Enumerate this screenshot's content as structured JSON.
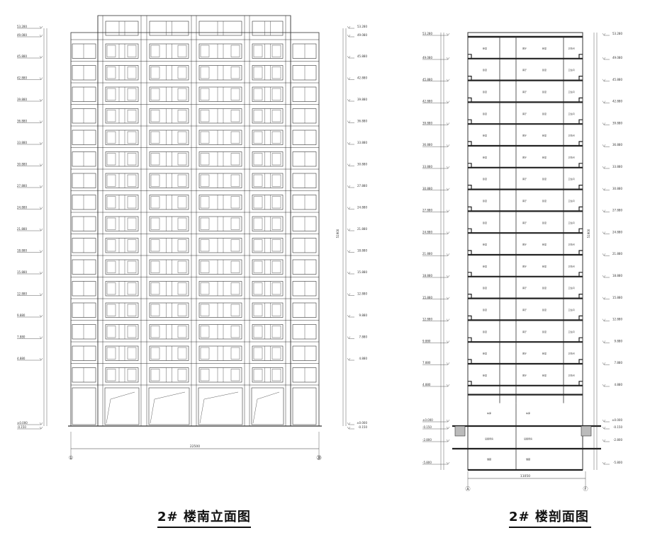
{
  "elevation": {
    "title": "2# 楼南立面图",
    "total_width": "22500",
    "axis_left": "①",
    "axis_right": "⑳",
    "total_height": "51900",
    "levels_left": [
      "53.280",
      "49.080",
      "45.880",
      "42.880",
      "39.880",
      "36.880",
      "33.880",
      "30.880",
      "27.880",
      "24.880",
      "21.880",
      "18.880",
      "15.880",
      "12.880",
      "9.880",
      "7.880",
      "4.880",
      "±0.000",
      "-0.150"
    ],
    "levels_right": [
      "53.280",
      "49.080",
      "45.880",
      "42.880",
      "39.880",
      "36.880",
      "33.880",
      "30.880",
      "27.880",
      "24.880",
      "21.880",
      "18.880",
      "15.880",
      "12.880",
      "9.880",
      "7.880",
      "4.880",
      "±0.000",
      "-0.150"
    ]
  },
  "section": {
    "title": "2# 楼剖面图",
    "total_width": "11050",
    "axis_left": "Ⓐ",
    "axis_right": "Ⓕ",
    "total_height": "51900",
    "levels_left": [
      "53.280",
      "49.080",
      "45.880",
      "42.880",
      "39.880",
      "36.880",
      "33.880",
      "30.880",
      "27.880",
      "24.880",
      "21.880",
      "18.880",
      "15.880",
      "12.880",
      "9.880",
      "7.880",
      "4.880",
      "±0.000",
      "-0.150",
      "-2.800",
      "-5.800"
    ],
    "levels_right": [
      "53.280",
      "49.080",
      "45.880",
      "42.880",
      "39.880",
      "36.880",
      "33.880",
      "30.880",
      "27.880",
      "24.880",
      "21.880",
      "18.880",
      "15.880",
      "12.880",
      "9.880",
      "7.880",
      "4.880",
      "±0.000",
      "-0.150",
      "-2.800",
      "-5.800"
    ],
    "room_labels": [
      "卧室",
      "客厅",
      "卧室",
      "卫生间"
    ],
    "basement_labels": [
      "车库",
      "车库",
      "设备用房",
      "设备用房",
      "储藏",
      "储藏"
    ]
  }
}
